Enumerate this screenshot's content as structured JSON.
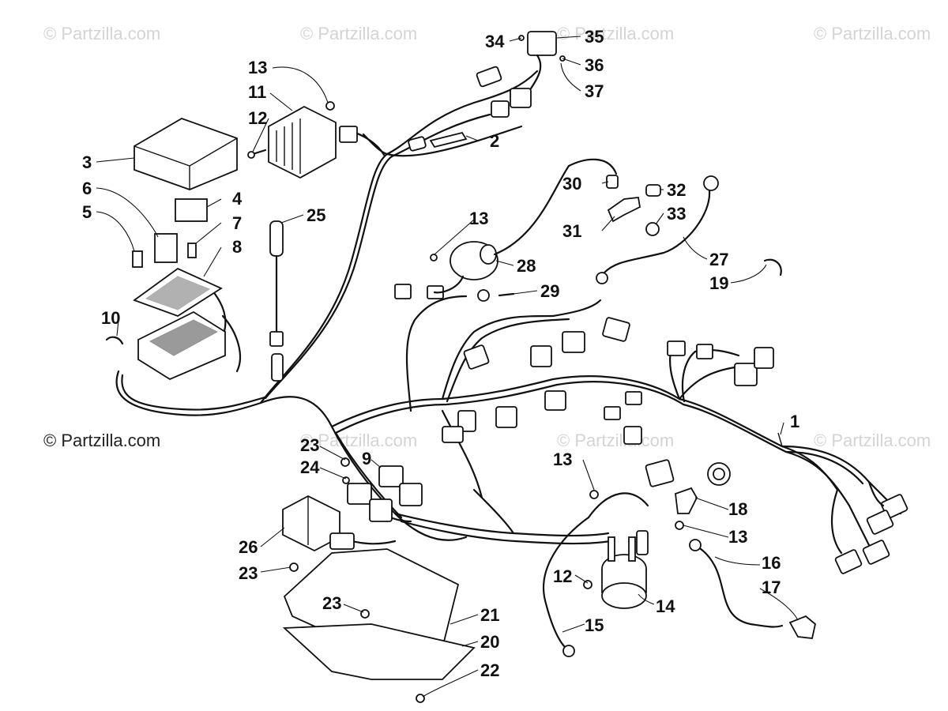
{
  "watermarks": [
    {
      "text": "© Partzilla.com"
    },
    {
      "text": "© Partzilla.com"
    },
    {
      "text": "© Partzilla.com"
    },
    {
      "text": "© Partzilla.com"
    },
    {
      "text": "© Partzilla.com"
    },
    {
      "text": "© Partzilla.com"
    },
    {
      "text": "© Partzilla.com"
    },
    {
      "text": "© Partzilla.com"
    }
  ],
  "callouts": {
    "c1": "1",
    "c2": "2",
    "c3": "3",
    "c4": "4",
    "c5": "5",
    "c6": "6",
    "c7": "7",
    "c8": "8",
    "c9": "9",
    "c10": "10",
    "c11": "11",
    "c12a": "12",
    "c12b": "12",
    "c13a": "13",
    "c13b": "13",
    "c13c": "13",
    "c13d": "13",
    "c14": "14",
    "c15": "15",
    "c16": "16",
    "c17": "17",
    "c18": "18",
    "c19": "19",
    "c20": "20",
    "c21": "21",
    "c22": "22",
    "c23a": "23",
    "c23b": "23",
    "c23c": "23",
    "c24": "24",
    "c25": "25",
    "c26": "26",
    "c27": "27",
    "c28": "28",
    "c29": "29",
    "c30": "30",
    "c31": "31",
    "c32": "32",
    "c33": "33",
    "c34": "34",
    "c35": "35",
    "c36": "36",
    "c37": "37"
  }
}
